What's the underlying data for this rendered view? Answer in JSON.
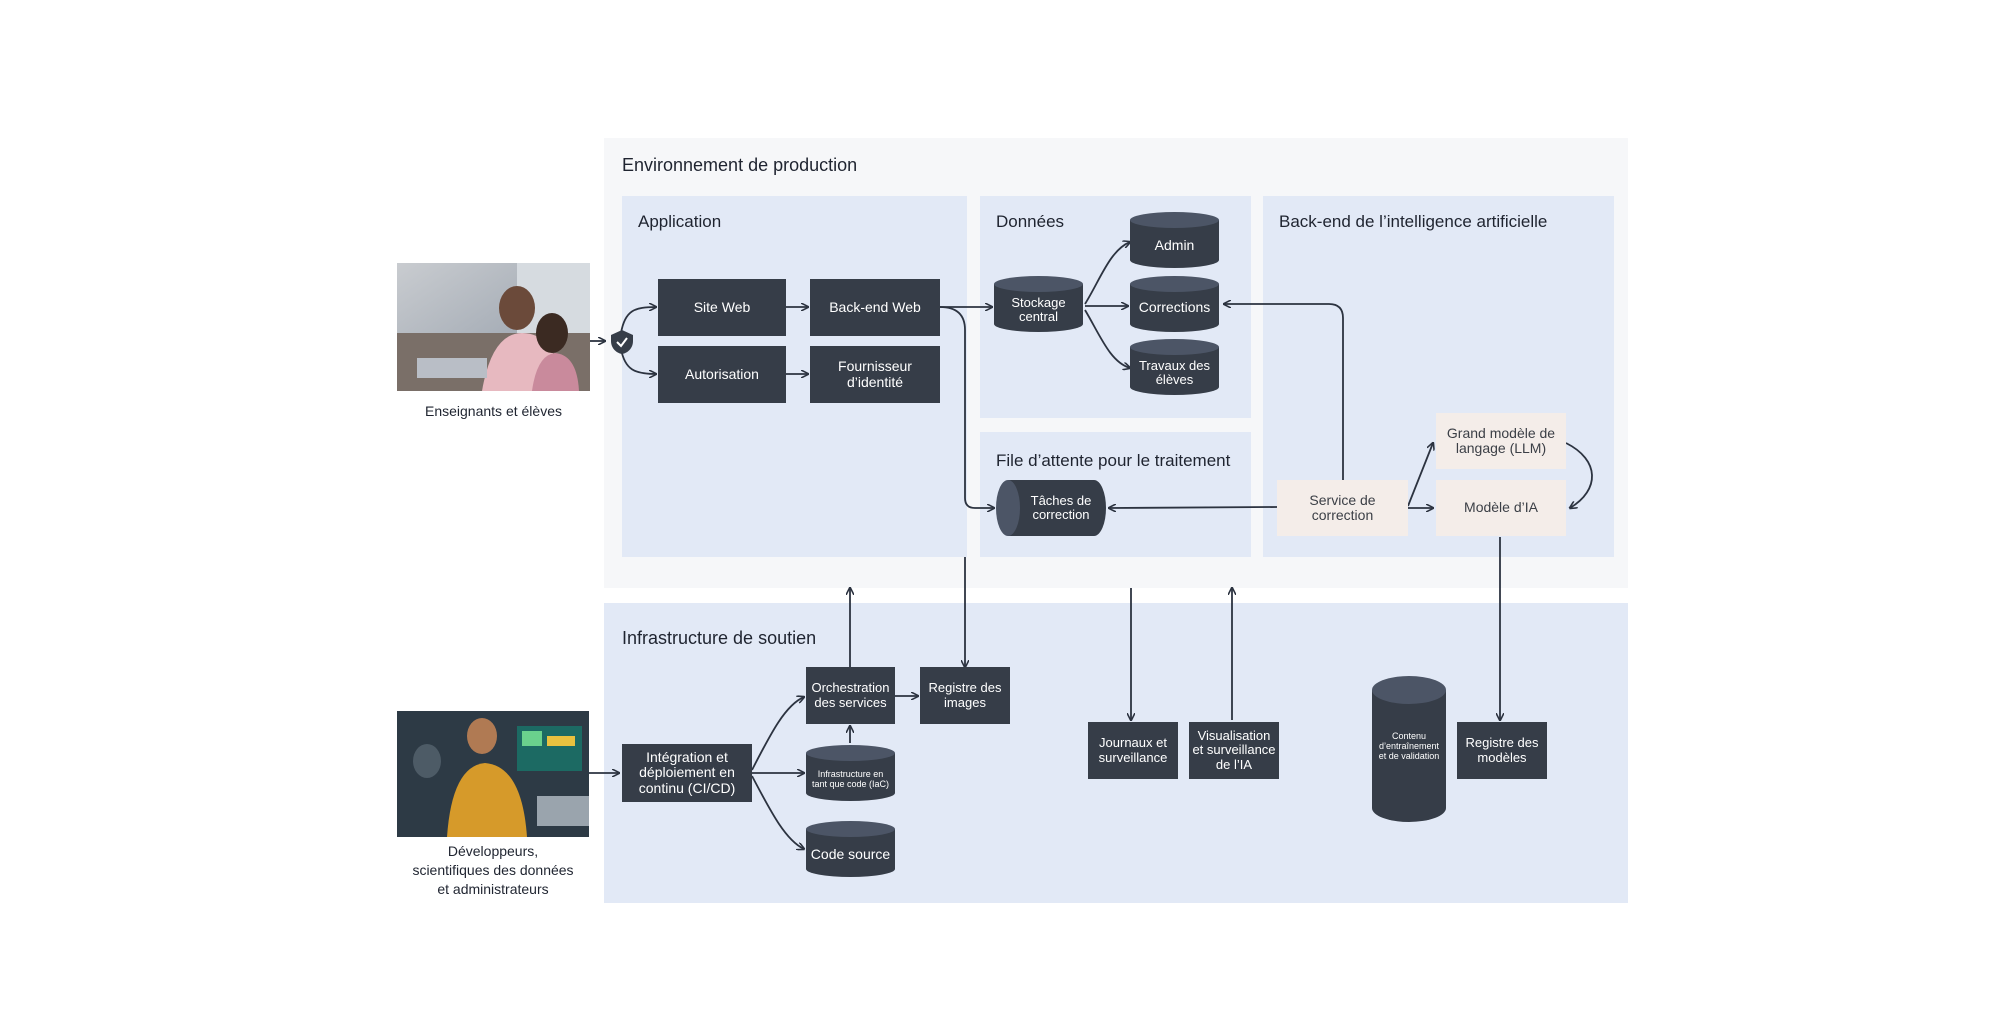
{
  "users": {
    "teachers_caption": "Enseignants et élèves",
    "developers_caption": "Développeurs,\nscientifiques des données\net administrateurs"
  },
  "production": {
    "title": "Environnement de production",
    "application": {
      "title": "Application",
      "website": "Site Web",
      "web_backend": "Back-end Web",
      "authorization": "Autorisation",
      "identity_provider": "Fournisseur\nd’identité"
    },
    "data": {
      "title": "Données",
      "central_storage": "Stockage\ncentral",
      "admin": "Admin",
      "corrections": "Corrections",
      "student_work": "Travaux des\nélèves"
    },
    "queue": {
      "title": "File d’attente pour le traitement",
      "correction_tasks": "Tâches de\ncorrection"
    },
    "ai_backend": {
      "title": "Back-end de l’intelligence artificielle",
      "llm": "Grand modèle de\nlangage (LLM)",
      "ai_model": "Modèle d’IA",
      "correction_service": "Service de\ncorrection"
    }
  },
  "support": {
    "title": "Infrastructure de soutien",
    "cicd": "Intégration et\ndéploiement en\ncontinu (CI/CD)",
    "orchestration": "Orchestration\ndes services",
    "image_registry": "Registre des\nimages",
    "iac": "Infrastructure en\ntant que code (IaC)",
    "source_code": "Code source",
    "logs": "Journaux et\nsurveillance",
    "ai_monitoring": "Visualisation\net surveillance\nde l’IA",
    "training_content": "Contenu\nd’entraînement\net de validation",
    "model_registry": "Registre des\nmodèles"
  },
  "colors": {
    "dark_box": "#363d48",
    "light_zone": "#e2e9f6",
    "prod_zone": "#f6f7f9",
    "beige_box": "#f4ede9",
    "arrow": "#2c3340"
  }
}
